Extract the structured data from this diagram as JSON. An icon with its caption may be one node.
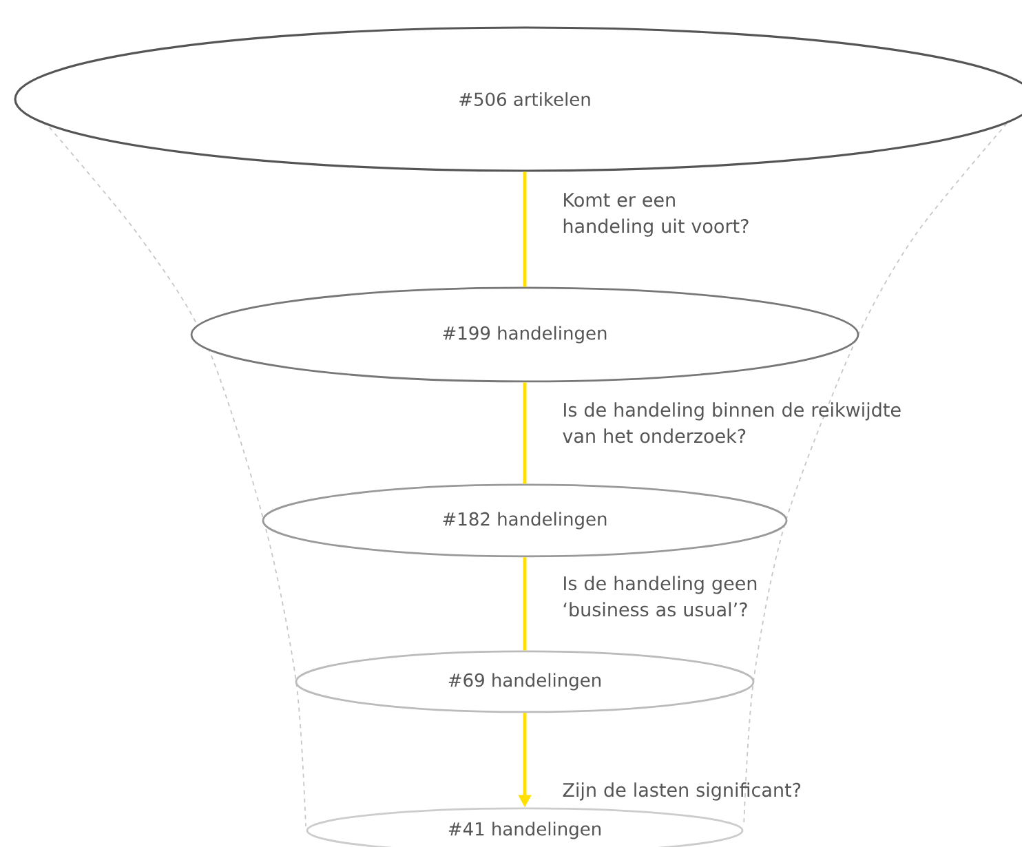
{
  "diagram": {
    "nodes": [
      {
        "text": [
          "#506 artikelen"
        ]
      },
      {
        "text": [
          "#199 handelingen"
        ]
      },
      {
        "text": [
          "#182 handelingen"
        ]
      },
      {
        "text": [
          "#69 handelingen"
        ]
      },
      {
        "text": [
          "#41 handelingen"
        ]
      }
    ],
    "edges": [
      {
        "from": 0,
        "to": 1,
        "arrow": "none",
        "label": "Komt er een handeling uit voort?"
      },
      {
        "from": 1,
        "to": 2,
        "arrow": "none",
        "label": "Is de handeling binnen de reikwijdte van het onderzoek?"
      },
      {
        "from": 2,
        "to": 3,
        "arrow": "none",
        "label": "Is de handeling geen ‘business as usual’?"
      },
      {
        "from": 3,
        "to": 4,
        "arrow": "to",
        "label": "Zijn de lasten significant?"
      }
    ]
  }
}
